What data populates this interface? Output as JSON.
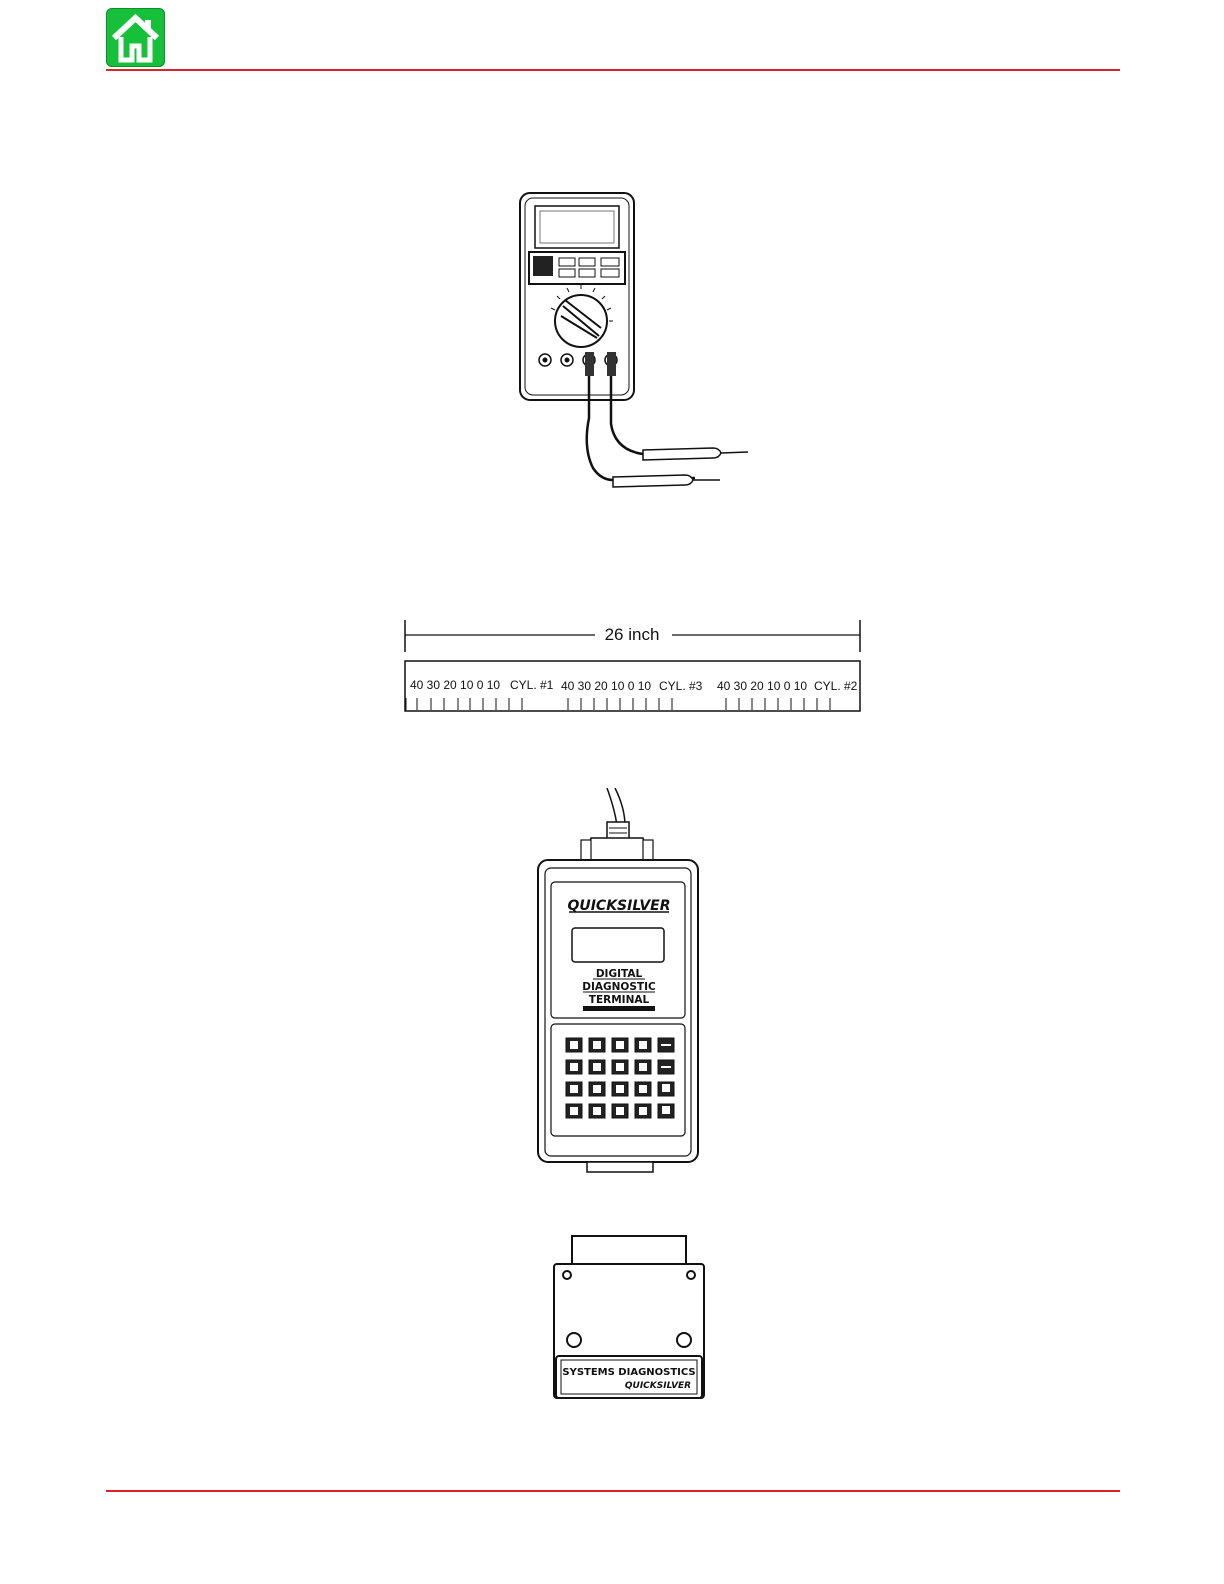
{
  "header": {
    "home_icon": "home-icon",
    "accent_color": "#16c03a",
    "rule_color": "#d6242a"
  },
  "spark_gap_tool": {
    "dimension_label": "26 inch",
    "groups": [
      {
        "scale": "40 30 20  10 0  10",
        "cylinder": "CYL. #1"
      },
      {
        "scale": "40 30 20  10 0  10",
        "cylinder": "CYL. #3"
      },
      {
        "scale": "40 30 20  10 0  10",
        "cylinder": "CYL. #2"
      }
    ]
  },
  "diagnostic_terminal": {
    "brand": "QUICKSILVER",
    "title_lines": [
      "DIGITAL",
      "DIAGNOSTIC",
      "TERMINAL"
    ]
  },
  "cartridge": {
    "label_line1": "SYSTEMS DIAGNOSTICS",
    "label_line2": "QUICKSILVER"
  }
}
